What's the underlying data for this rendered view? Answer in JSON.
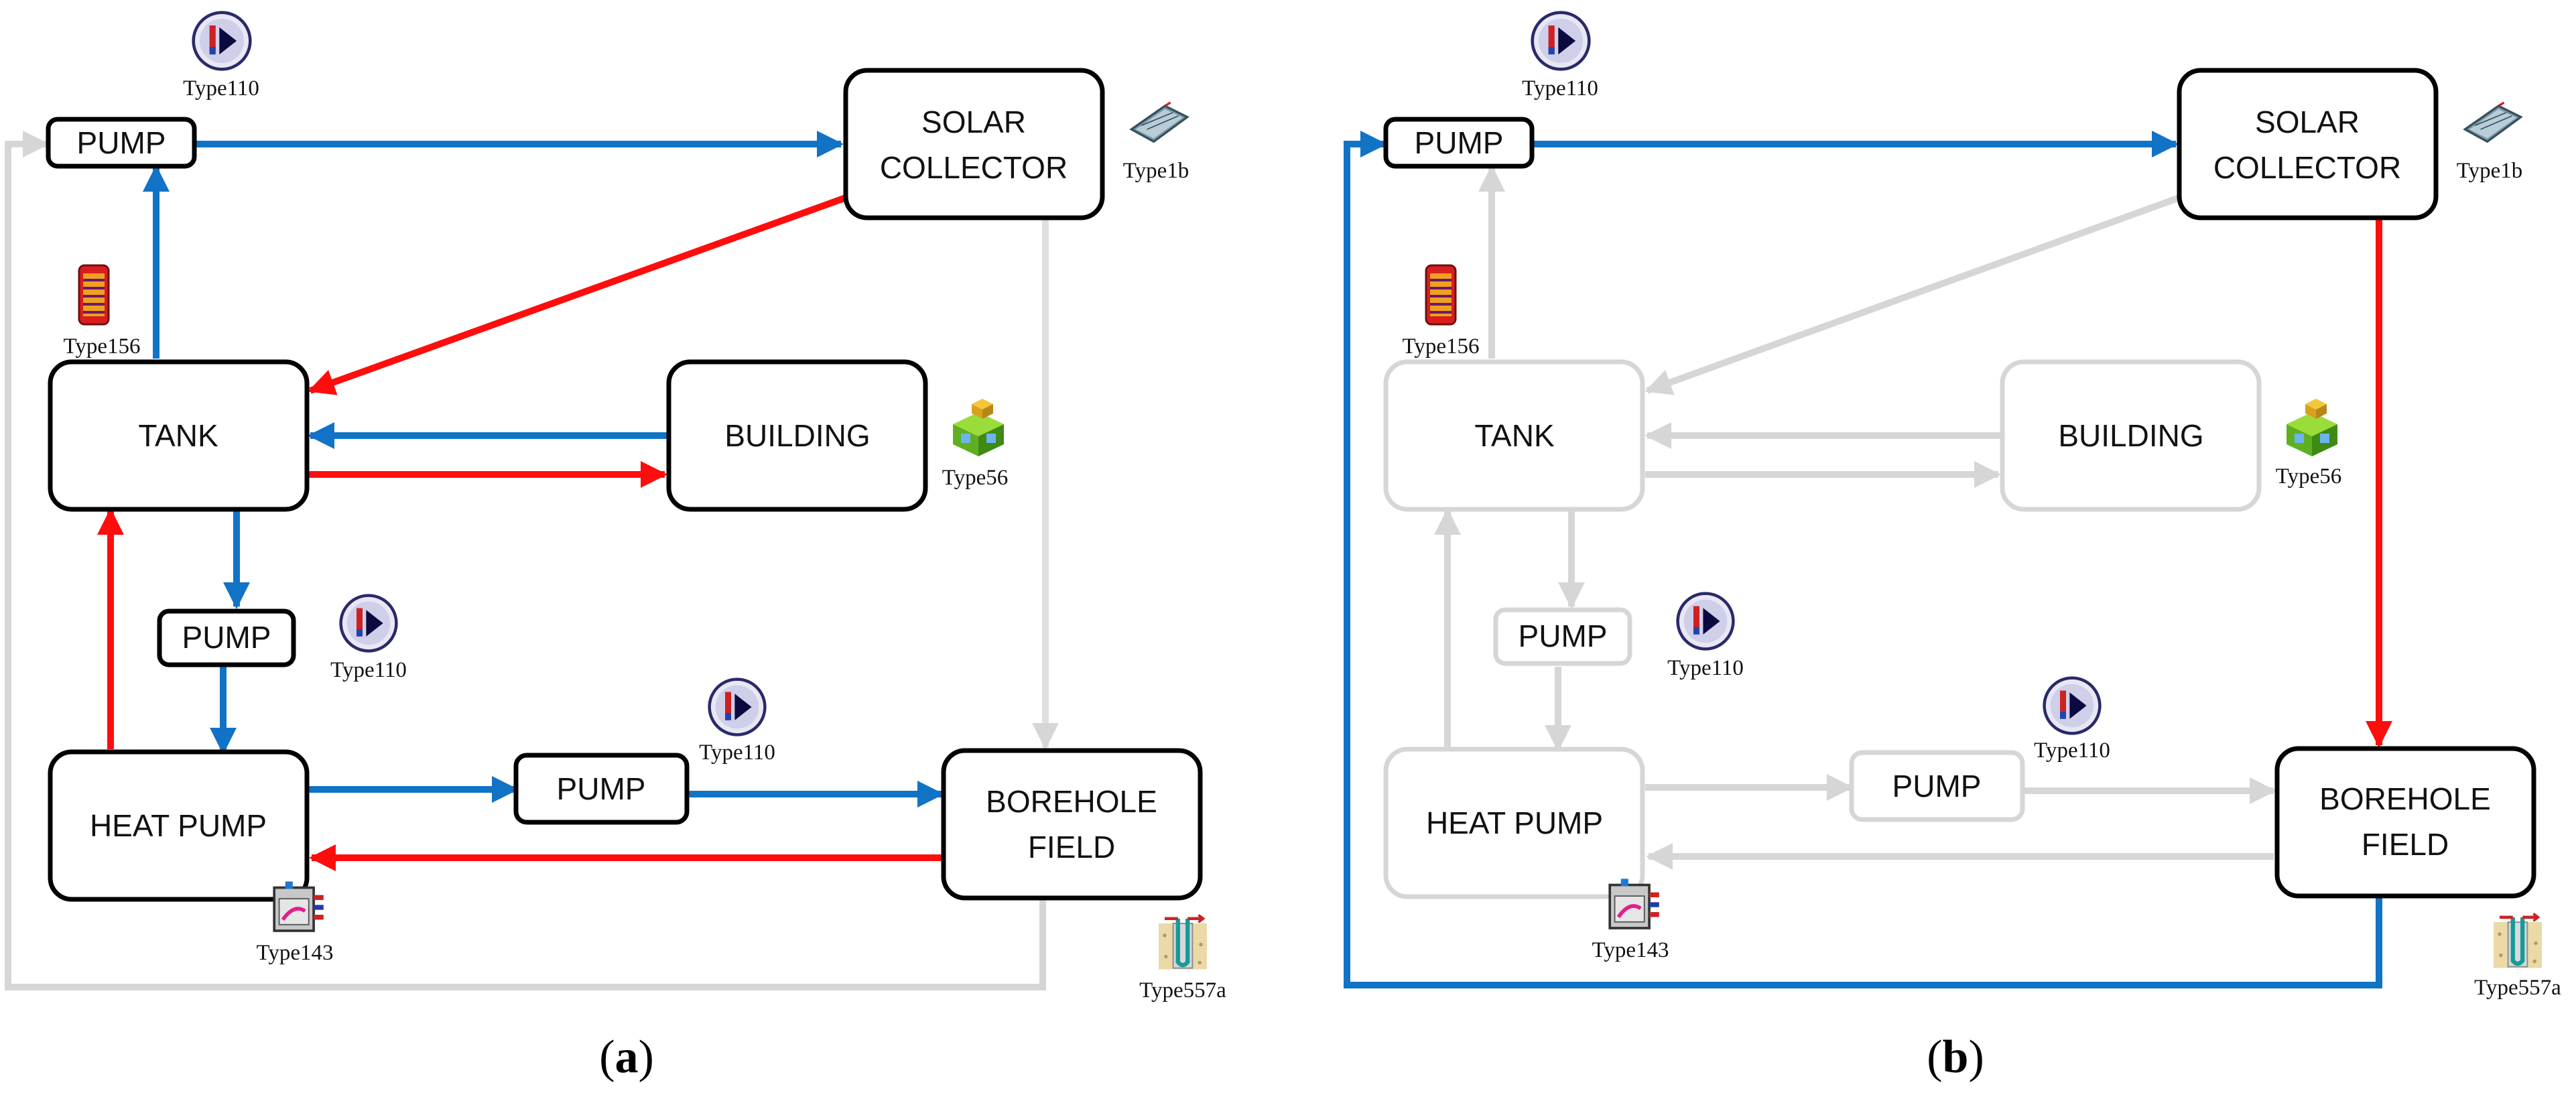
{
  "colors": {
    "hot": "#FF0D0D",
    "cold": "#1173C6",
    "inactive": "#D6D6D6",
    "box_active": "#000000",
    "box_inactive": "#D6D6D6"
  },
  "captions": {
    "a_letter": "a",
    "b_letter": "b"
  },
  "components": {
    "pump": "PUMP",
    "solar_line1": "SOLAR",
    "solar_line2": "COLLECTOR",
    "tank": "TANK",
    "building": "BUILDING",
    "heat_pump": "HEAT PUMP",
    "borehole_line1": "BOREHOLE",
    "borehole_line2": "FIELD"
  },
  "types": {
    "pump": "Type110",
    "solar": "Type1b",
    "tank": "Type156",
    "building": "Type56",
    "heat_pump": "Type143",
    "borehole": "Type557a"
  },
  "icons": {
    "pump": "pump-icon",
    "solar": "solar-collector-icon",
    "tank": "storage-tank-icon",
    "building": "building-icon",
    "heat_pump": "heat-pump-icon",
    "borehole": "borehole-icon"
  },
  "panel_a_active": true,
  "panel_b_active_loop": "pump-solar-borehole"
}
